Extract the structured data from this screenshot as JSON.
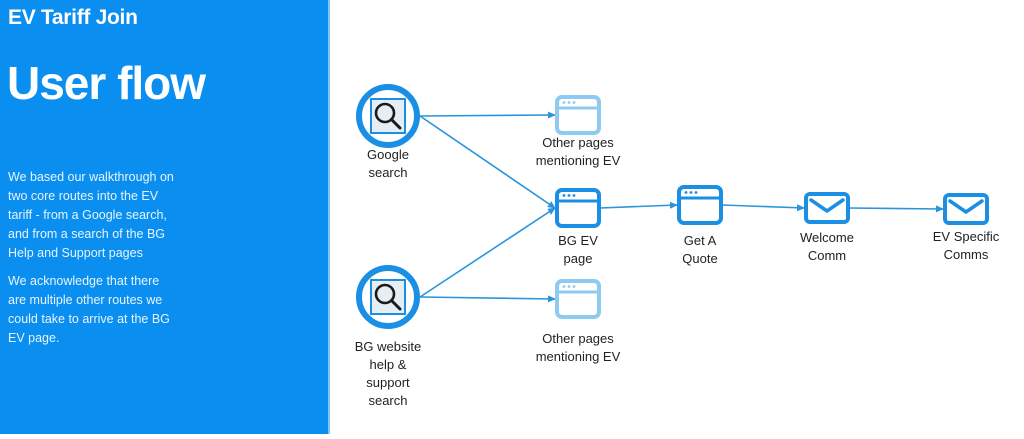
{
  "sidebar": {
    "eyebrow": "EV Tariff Join",
    "title": "User flow",
    "paragraphs": [
      [
        "We based our walkthrough on",
        "two core routes into the EV",
        "tariff - from a Google search,",
        "and from a search of the BG",
        "Help and Support pages"
      ],
      [
        "We acknowledge that there",
        "are multiple other routes we",
        "could take to arrive at the BG",
        "EV page."
      ]
    ]
  },
  "colors": {
    "sidebar_bg": "#0a8ff0",
    "primary_blue": "#1a8fe3",
    "light_blue": "#8fcaf0",
    "arrow": "#2b94db"
  },
  "diagram": {
    "nodes": [
      {
        "id": "google",
        "icon": "search-icon",
        "lines": [
          "Google",
          "search"
        ],
        "style": "start"
      },
      {
        "id": "bgsearch",
        "icon": "search-icon",
        "lines": [
          "BG website",
          "help &",
          "support",
          "search"
        ],
        "style": "start"
      },
      {
        "id": "other1",
        "icon": "browser-window-icon",
        "lines": [
          "Other pages",
          "mentioning EV"
        ],
        "style": "faded"
      },
      {
        "id": "bgev",
        "icon": "browser-window-icon",
        "lines": [
          "BG EV",
          "page"
        ],
        "style": "primary"
      },
      {
        "id": "other2",
        "icon": "browser-window-icon",
        "lines": [
          "Other pages",
          "mentioning EV"
        ],
        "style": "faded"
      },
      {
        "id": "quote",
        "icon": "browser-window-icon",
        "lines": [
          "Get A",
          "Quote"
        ],
        "style": "primary"
      },
      {
        "id": "welcome",
        "icon": "envelope-icon",
        "lines": [
          "Welcome",
          "Comm"
        ],
        "style": "primary"
      },
      {
        "id": "evcomms",
        "icon": "envelope-icon",
        "lines": [
          "EV Specific",
          "Comms"
        ],
        "style": "primary"
      }
    ],
    "edges": [
      [
        "google",
        "other1"
      ],
      [
        "google",
        "bgev"
      ],
      [
        "bgsearch",
        "bgev"
      ],
      [
        "bgsearch",
        "other2"
      ],
      [
        "bgev",
        "quote"
      ],
      [
        "quote",
        "welcome"
      ],
      [
        "welcome",
        "evcomms"
      ]
    ]
  }
}
